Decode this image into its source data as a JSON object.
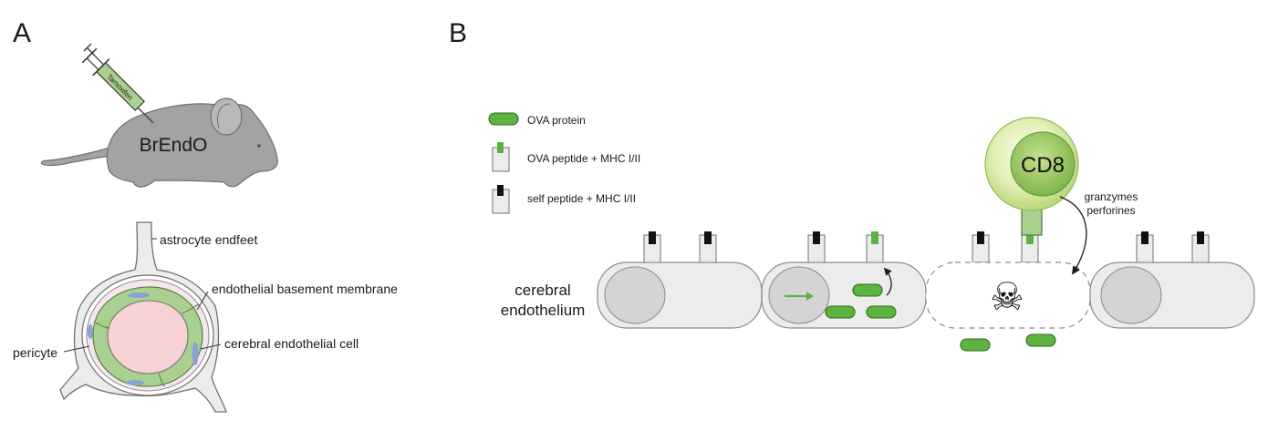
{
  "panels": {
    "a": "A",
    "b": "B"
  },
  "mouse": {
    "label": "BrEndO",
    "syringe_label": "Tamoxifen"
  },
  "vessel_labels": {
    "astrocyte": "astrocyte endfeet",
    "basement": "endothelial basement membrane",
    "pericyte": "pericyte",
    "endothelial": "cerebral endothelial cell"
  },
  "legend": {
    "ova_protein": "OVA protein",
    "ova_peptide": "OVA peptide + MHC I/II",
    "self_peptide": "self peptide + MHC I/II"
  },
  "endothelium_label": {
    "line1": "cerebral",
    "line2": "endothelium"
  },
  "tcell": {
    "label": "CD8"
  },
  "granzymes": {
    "line1": "granzymes",
    "line2": "perforines"
  },
  "skull": "☠",
  "colors": {
    "green": "#5db33f",
    "green_light": "#a9d08e",
    "green_pale": "#e9f3c8",
    "cell_gray": "#ececec",
    "nucleus_gray": "#d4d4d4",
    "mouse_gray": "#a3a3a3",
    "lumen_pink": "#f7d2d4",
    "pericyte_blue": "#8aa3d6",
    "outline": "#707070"
  }
}
